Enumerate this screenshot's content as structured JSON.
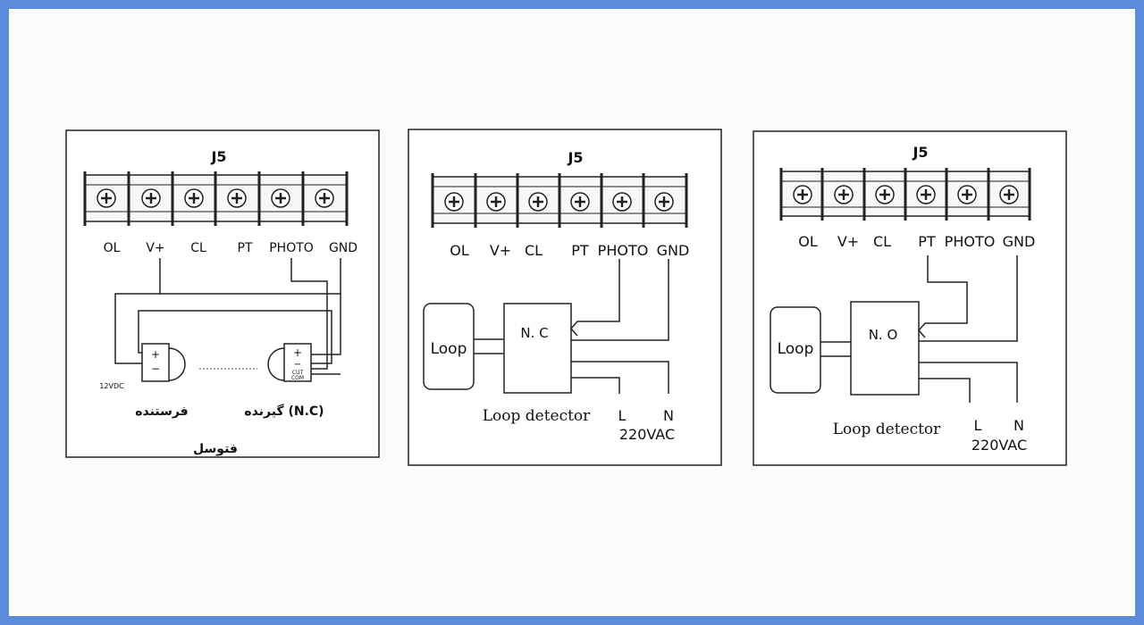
{
  "panels": [
    {
      "connector": "J5",
      "terminals": [
        "OL",
        "V+",
        "CL",
        "PT",
        "PHOTO",
        "GND"
      ],
      "transmitter": {
        "plus": "+",
        "minus": "−",
        "voltage": "12VDC",
        "label": "فرستنده"
      },
      "receiver": {
        "plus": "+",
        "minus": "−",
        "cut": "CUT",
        "com": "COM",
        "label": "گیرنده (N.C)"
      },
      "caption": "فتوسل"
    },
    {
      "connector": "J5",
      "terminals": [
        "OL",
        "V+",
        "CL",
        "PT",
        "PHOTO",
        "GND"
      ],
      "loop_label": "Loop",
      "contact_label": "N. C",
      "device_label": "Loop detector",
      "l_label": "L",
      "n_label": "N",
      "supply_label": "220VAC"
    },
    {
      "connector": "J5",
      "terminals": [
        "OL",
        "V+",
        "CL",
        "PT",
        "PHOTO",
        "GND"
      ],
      "loop_label": "Loop",
      "contact_label": "N. O",
      "device_label": "Loop detector",
      "l_label": "L",
      "n_label": "N",
      "supply_label": "220VAC"
    }
  ]
}
